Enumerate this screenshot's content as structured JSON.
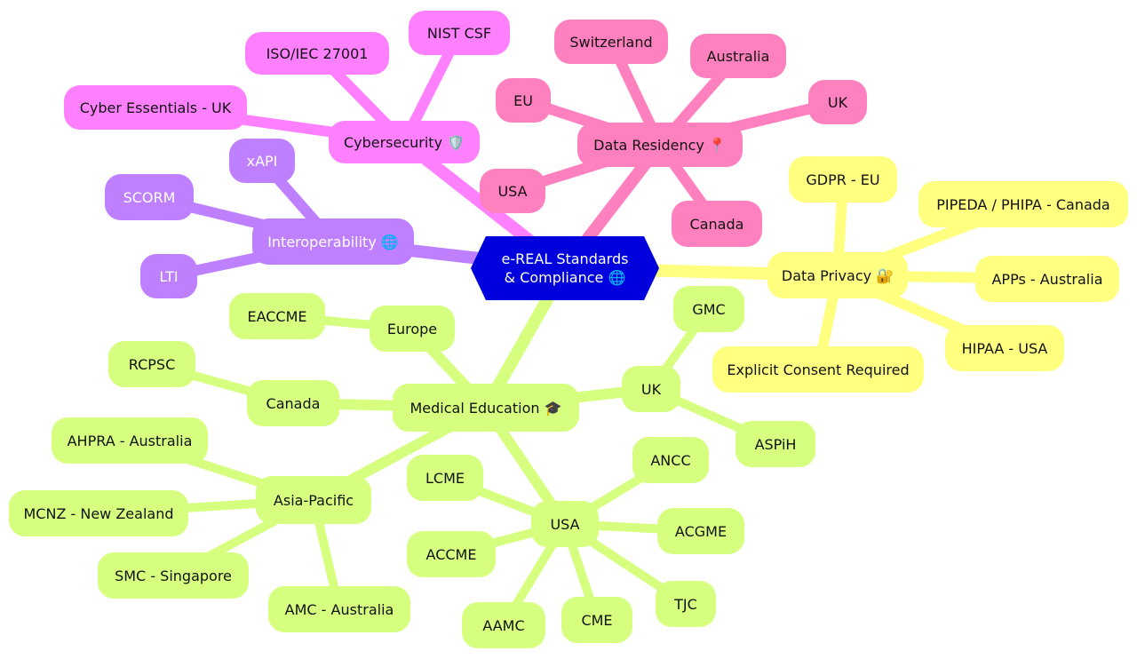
{
  "colors": {
    "center": "#0000dd",
    "cyber": "#ff80ff",
    "residency": "#ff80bf",
    "privacy": "#ffff80",
    "interop": "#bf80ff",
    "meded": "#d6ff80"
  },
  "nodes": [
    {
      "id": "center",
      "label": "e-REAL Standards & Compliance 🌐",
      "color": "center",
      "shape": "hex",
      "text": "light"
    },
    {
      "id": "cyber",
      "label": "Cybersecurity 🛡️",
      "color": "cyber"
    },
    {
      "id": "nist",
      "label": "NIST CSF",
      "color": "cyber"
    },
    {
      "id": "iso",
      "label": "ISO/IEC 27001",
      "color": "cyber"
    },
    {
      "id": "cyberess",
      "label": "Cyber Essentials - UK",
      "color": "cyber"
    },
    {
      "id": "residency",
      "label": "Data Residency 📍",
      "color": "residency"
    },
    {
      "id": "switzerland",
      "label": "Switzerland",
      "color": "residency"
    },
    {
      "id": "australia_r",
      "label": "Australia",
      "color": "residency"
    },
    {
      "id": "eu_r",
      "label": "EU",
      "color": "residency"
    },
    {
      "id": "uk_r",
      "label": "UK",
      "color": "residency"
    },
    {
      "id": "usa_r",
      "label": "USA",
      "color": "residency"
    },
    {
      "id": "canada_r",
      "label": "Canada",
      "color": "residency"
    },
    {
      "id": "privacy",
      "label": "Data Privacy 🔐",
      "color": "privacy"
    },
    {
      "id": "gdpr",
      "label": "GDPR - EU",
      "color": "privacy"
    },
    {
      "id": "pipeda",
      "label": "PIPEDA / PHIPA - Canada",
      "color": "privacy"
    },
    {
      "id": "apps",
      "label": "APPs - Australia",
      "color": "privacy"
    },
    {
      "id": "hipaa",
      "label": "HIPAA - USA",
      "color": "privacy"
    },
    {
      "id": "consent",
      "label": "Explicit Consent Required",
      "color": "privacy"
    },
    {
      "id": "interop",
      "label": "Interoperability 🌐",
      "color": "interop",
      "text": "light"
    },
    {
      "id": "xapi",
      "label": "xAPI",
      "color": "interop",
      "text": "light"
    },
    {
      "id": "scorm",
      "label": "SCORM",
      "color": "interop",
      "text": "light"
    },
    {
      "id": "lti",
      "label": "LTI",
      "color": "interop",
      "text": "light"
    },
    {
      "id": "meded",
      "label": "Medical Education 🎓",
      "color": "meded"
    },
    {
      "id": "europe",
      "label": "Europe",
      "color": "meded"
    },
    {
      "id": "eaccme",
      "label": "EACCME",
      "color": "meded"
    },
    {
      "id": "canada_m",
      "label": "Canada",
      "color": "meded"
    },
    {
      "id": "rcpsc",
      "label": "RCPSC",
      "color": "meded"
    },
    {
      "id": "uk_m",
      "label": "UK",
      "color": "meded"
    },
    {
      "id": "gmc",
      "label": "GMC",
      "color": "meded"
    },
    {
      "id": "aspih",
      "label": "ASPiH",
      "color": "meded"
    },
    {
      "id": "asiapac",
      "label": "Asia-Pacific",
      "color": "meded"
    },
    {
      "id": "ahpra",
      "label": "AHPRA - Australia",
      "color": "meded"
    },
    {
      "id": "mcnz",
      "label": "MCNZ - New Zealand",
      "color": "meded"
    },
    {
      "id": "smc",
      "label": "SMC - Singapore",
      "color": "meded"
    },
    {
      "id": "amc",
      "label": "AMC - Australia",
      "color": "meded"
    },
    {
      "id": "usa_m",
      "label": "USA",
      "color": "meded"
    },
    {
      "id": "lcme",
      "label": "LCME",
      "color": "meded"
    },
    {
      "id": "accme",
      "label": "ACCME",
      "color": "meded"
    },
    {
      "id": "aamc",
      "label": "AAMC",
      "color": "meded"
    },
    {
      "id": "cme",
      "label": "CME",
      "color": "meded"
    },
    {
      "id": "tjc",
      "label": "TJC",
      "color": "meded"
    },
    {
      "id": "acgme",
      "label": "ACGME",
      "color": "meded"
    },
    {
      "id": "ancc",
      "label": "ANCC",
      "color": "meded"
    }
  ],
  "edges": [
    {
      "from": "center",
      "to": "cyber",
      "color": "cyber",
      "level": 1
    },
    {
      "from": "cyber",
      "to": "nist",
      "color": "cyber",
      "level": 2
    },
    {
      "from": "cyber",
      "to": "iso",
      "color": "cyber",
      "level": 2
    },
    {
      "from": "cyber",
      "to": "cyberess",
      "color": "cyber",
      "level": 2
    },
    {
      "from": "center",
      "to": "residency",
      "color": "residency",
      "level": 1
    },
    {
      "from": "residency",
      "to": "switzerland",
      "color": "residency",
      "level": 2
    },
    {
      "from": "residency",
      "to": "australia_r",
      "color": "residency",
      "level": 2
    },
    {
      "from": "residency",
      "to": "eu_r",
      "color": "residency",
      "level": 2
    },
    {
      "from": "residency",
      "to": "uk_r",
      "color": "residency",
      "level": 2
    },
    {
      "from": "residency",
      "to": "usa_r",
      "color": "residency",
      "level": 2
    },
    {
      "from": "residency",
      "to": "canada_r",
      "color": "residency",
      "level": 2
    },
    {
      "from": "center",
      "to": "privacy",
      "color": "privacy",
      "level": 1
    },
    {
      "from": "privacy",
      "to": "gdpr",
      "color": "privacy",
      "level": 2
    },
    {
      "from": "privacy",
      "to": "pipeda",
      "color": "privacy",
      "level": 2
    },
    {
      "from": "privacy",
      "to": "apps",
      "color": "privacy",
      "level": 2
    },
    {
      "from": "privacy",
      "to": "hipaa",
      "color": "privacy",
      "level": 2
    },
    {
      "from": "privacy",
      "to": "consent",
      "color": "privacy",
      "level": 2
    },
    {
      "from": "center",
      "to": "interop",
      "color": "interop",
      "level": 1
    },
    {
      "from": "interop",
      "to": "xapi",
      "color": "interop",
      "level": 2
    },
    {
      "from": "interop",
      "to": "scorm",
      "color": "interop",
      "level": 2
    },
    {
      "from": "interop",
      "to": "lti",
      "color": "interop",
      "level": 2
    },
    {
      "from": "center",
      "to": "meded",
      "color": "meded",
      "level": 1
    },
    {
      "from": "meded",
      "to": "europe",
      "color": "meded",
      "level": 2
    },
    {
      "from": "europe",
      "to": "eaccme",
      "color": "meded",
      "level": 3
    },
    {
      "from": "meded",
      "to": "canada_m",
      "color": "meded",
      "level": 2
    },
    {
      "from": "canada_m",
      "to": "rcpsc",
      "color": "meded",
      "level": 3
    },
    {
      "from": "meded",
      "to": "uk_m",
      "color": "meded",
      "level": 2
    },
    {
      "from": "uk_m",
      "to": "gmc",
      "color": "meded",
      "level": 3
    },
    {
      "from": "uk_m",
      "to": "aspih",
      "color": "meded",
      "level": 3
    },
    {
      "from": "meded",
      "to": "asiapac",
      "color": "meded",
      "level": 2
    },
    {
      "from": "asiapac",
      "to": "ahpra",
      "color": "meded",
      "level": 3
    },
    {
      "from": "asiapac",
      "to": "mcnz",
      "color": "meded",
      "level": 3
    },
    {
      "from": "asiapac",
      "to": "smc",
      "color": "meded",
      "level": 3
    },
    {
      "from": "asiapac",
      "to": "amc",
      "color": "meded",
      "level": 3
    },
    {
      "from": "meded",
      "to": "usa_m",
      "color": "meded",
      "level": 2
    },
    {
      "from": "usa_m",
      "to": "lcme",
      "color": "meded",
      "level": 3
    },
    {
      "from": "usa_m",
      "to": "accme",
      "color": "meded",
      "level": 3
    },
    {
      "from": "usa_m",
      "to": "aamc",
      "color": "meded",
      "level": 3
    },
    {
      "from": "usa_m",
      "to": "cme",
      "color": "meded",
      "level": 3
    },
    {
      "from": "usa_m",
      "to": "tjc",
      "color": "meded",
      "level": 3
    },
    {
      "from": "usa_m",
      "to": "acgme",
      "color": "meded",
      "level": 3
    },
    {
      "from": "usa_m",
      "to": "ancc",
      "color": "meded",
      "level": 3
    }
  ]
}
